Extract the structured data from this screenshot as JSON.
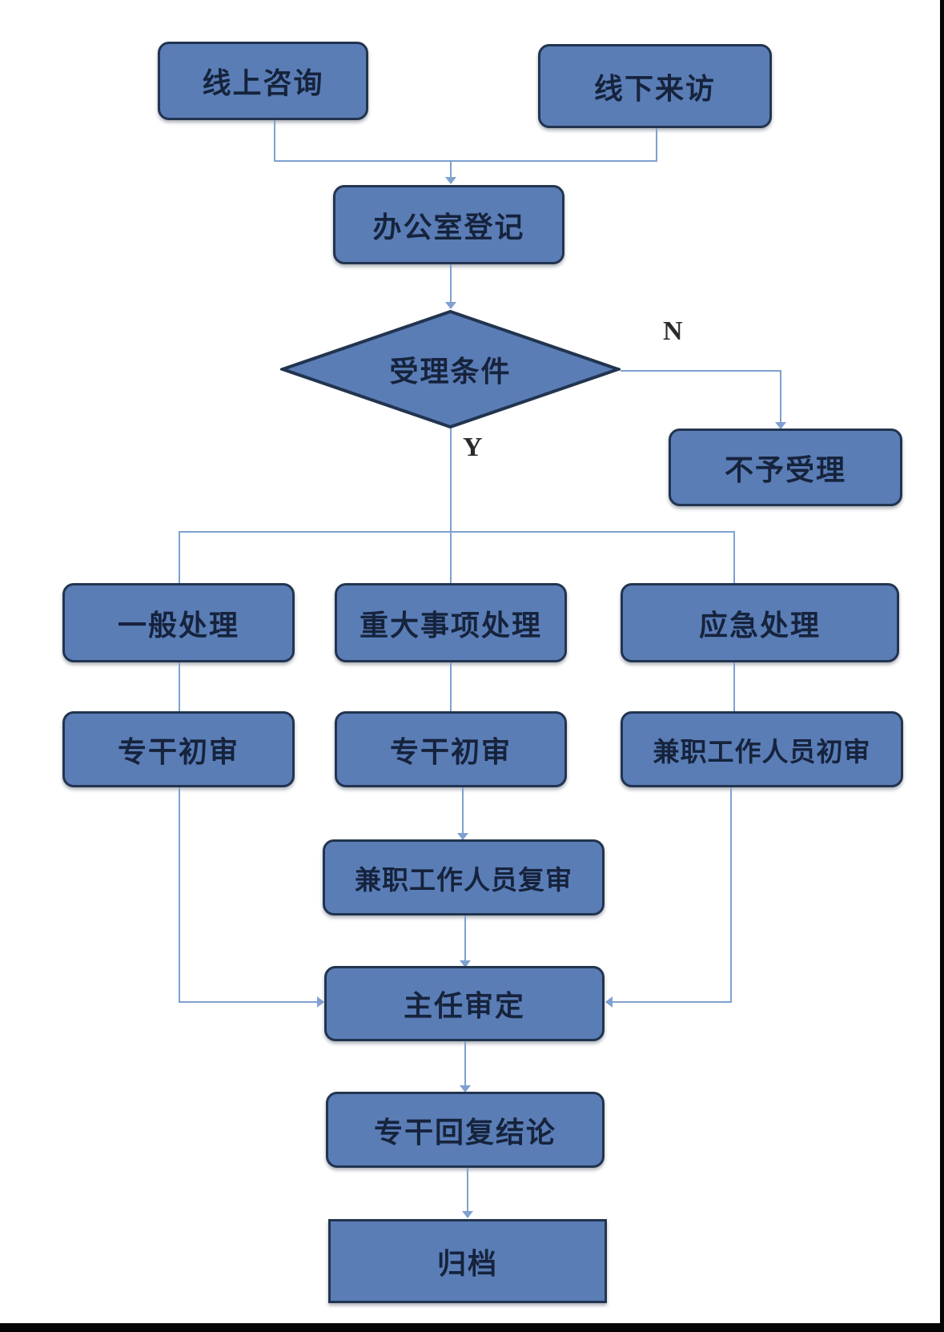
{
  "diagram": {
    "type": "flowchart",
    "title": "consultation-handling-process",
    "nodes": [
      {
        "id": "online",
        "label": "线上咨询",
        "shape": "rounded-rect"
      },
      {
        "id": "offline",
        "label": "线下来访",
        "shape": "rounded-rect"
      },
      {
        "id": "register",
        "label": "办公室登记",
        "shape": "rounded-rect"
      },
      {
        "id": "condition",
        "label": "受理条件",
        "shape": "diamond"
      },
      {
        "id": "reject",
        "label": "不予受理",
        "shape": "rounded-rect"
      },
      {
        "id": "general",
        "label": "一般处理",
        "shape": "rounded-rect"
      },
      {
        "id": "major",
        "label": "重大事项处理",
        "shape": "rounded-rect"
      },
      {
        "id": "emergency",
        "label": "应急处理",
        "shape": "rounded-rect"
      },
      {
        "id": "initial_left",
        "label": "专干初审",
        "shape": "rounded-rect"
      },
      {
        "id": "initial_mid",
        "label": "专干初审",
        "shape": "rounded-rect"
      },
      {
        "id": "initial_right",
        "label": "兼职工作人员初审",
        "shape": "rounded-rect"
      },
      {
        "id": "review",
        "label": "兼职工作人员复审",
        "shape": "rounded-rect"
      },
      {
        "id": "director",
        "label": "主任审定",
        "shape": "rounded-rect"
      },
      {
        "id": "reply",
        "label": "专干回复结论",
        "shape": "rounded-rect"
      },
      {
        "id": "archive",
        "label": "归档",
        "shape": "rect"
      }
    ],
    "branch_labels": {
      "no": "N",
      "yes": "Y"
    },
    "colors": {
      "node_fill": "#5a7db6",
      "node_border": "#22344f",
      "connector": "#7fa1d0",
      "text": "#16233c",
      "frame": "#050505"
    }
  }
}
